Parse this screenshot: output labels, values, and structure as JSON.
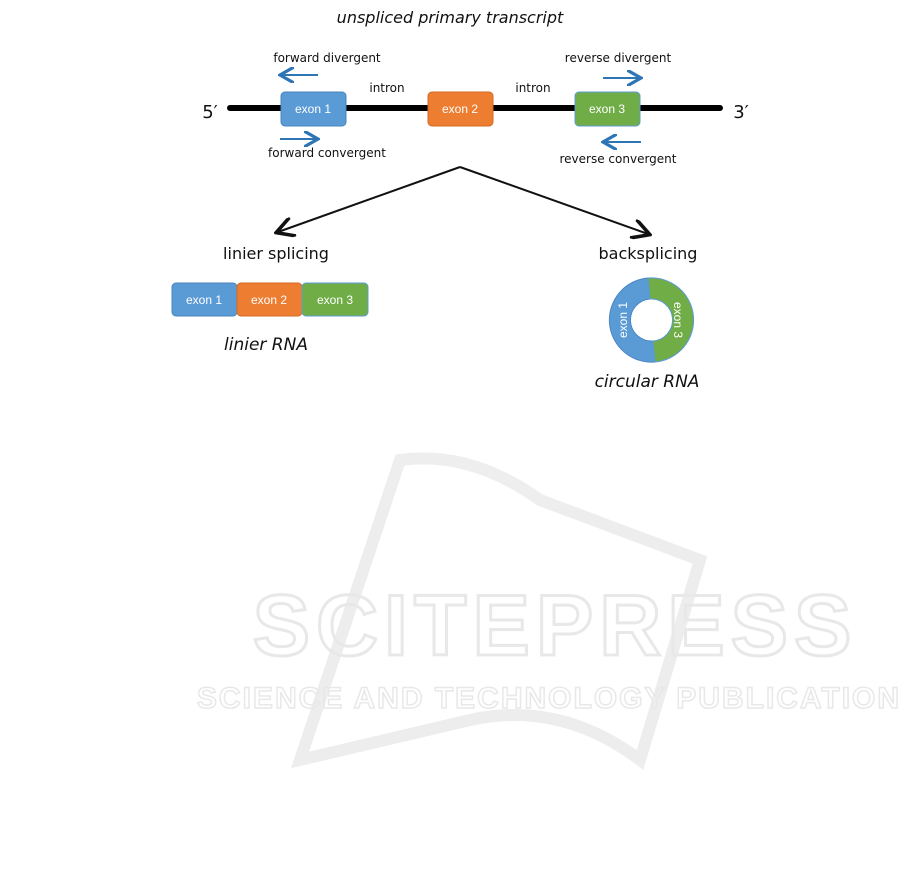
{
  "title": "unspliced primary transcript",
  "transcript": {
    "five_prime": "5′",
    "three_prime": "3′",
    "exons": [
      {
        "label": "exon 1",
        "color": "#5b9bd5"
      },
      {
        "label": "exon 2",
        "color": "#ed7d31"
      },
      {
        "label": "exon 3",
        "color": "#70ad47"
      }
    ],
    "introns": [
      "intron",
      "intron"
    ],
    "primers": {
      "forward_divergent": "forward divergent",
      "forward_convergent": "forward convergent",
      "reverse_divergent": "reverse divergent",
      "reverse_convergent": "reverse convergent"
    },
    "primer_color": "#2e75b6"
  },
  "linear": {
    "heading": "linier splicing",
    "exons": [
      "exon 1",
      "exon 2",
      "exon 3"
    ],
    "product": "linier RNA"
  },
  "circular": {
    "heading": "backsplicing",
    "exons": [
      "exon 1",
      "exon 3"
    ],
    "product": "circular RNA"
  },
  "watermark": {
    "main": "SCITEPRESS",
    "sub": "SCIENCE AND TECHNOLOGY PUBLICATIONS"
  }
}
